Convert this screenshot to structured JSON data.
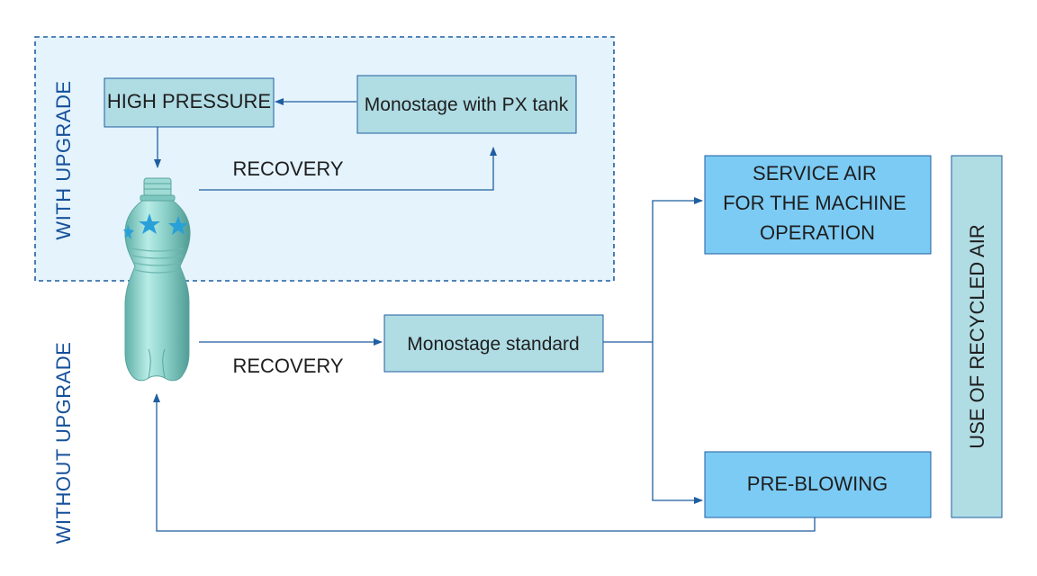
{
  "side_labels": {
    "with_upgrade": "WITH UPGRADE",
    "without_upgrade": "WITHOUT UPGRADE"
  },
  "boxes": {
    "high_pressure": "HIGH PRESSURE",
    "monostage_px": "Monostage with PX tank",
    "monostage_standard": "Monostage standard",
    "service_air": [
      "SERVICE AIR",
      "FOR THE MACHINE",
      "OPERATION"
    ],
    "pre_blowing": "PRE-BLOWING",
    "use_recycled": "USE OF RECYCLED AIR"
  },
  "flow_labels": {
    "recovery_upper": "RECOVERY",
    "recovery_lower": "RECOVERY"
  },
  "colors": {
    "upgrade_zone_fill": "#e4f3fc",
    "upgrade_zone_border": "#1f5ea0",
    "teal_box": "#b0dce4",
    "blue_box": "#7ccbf4",
    "arrow": "#1f5ea0",
    "side_text": "#14509a",
    "bottle": "#8fd3cc",
    "star": "#2aa0d8"
  },
  "icons": {
    "bottle": "pet-bottle-icon"
  }
}
